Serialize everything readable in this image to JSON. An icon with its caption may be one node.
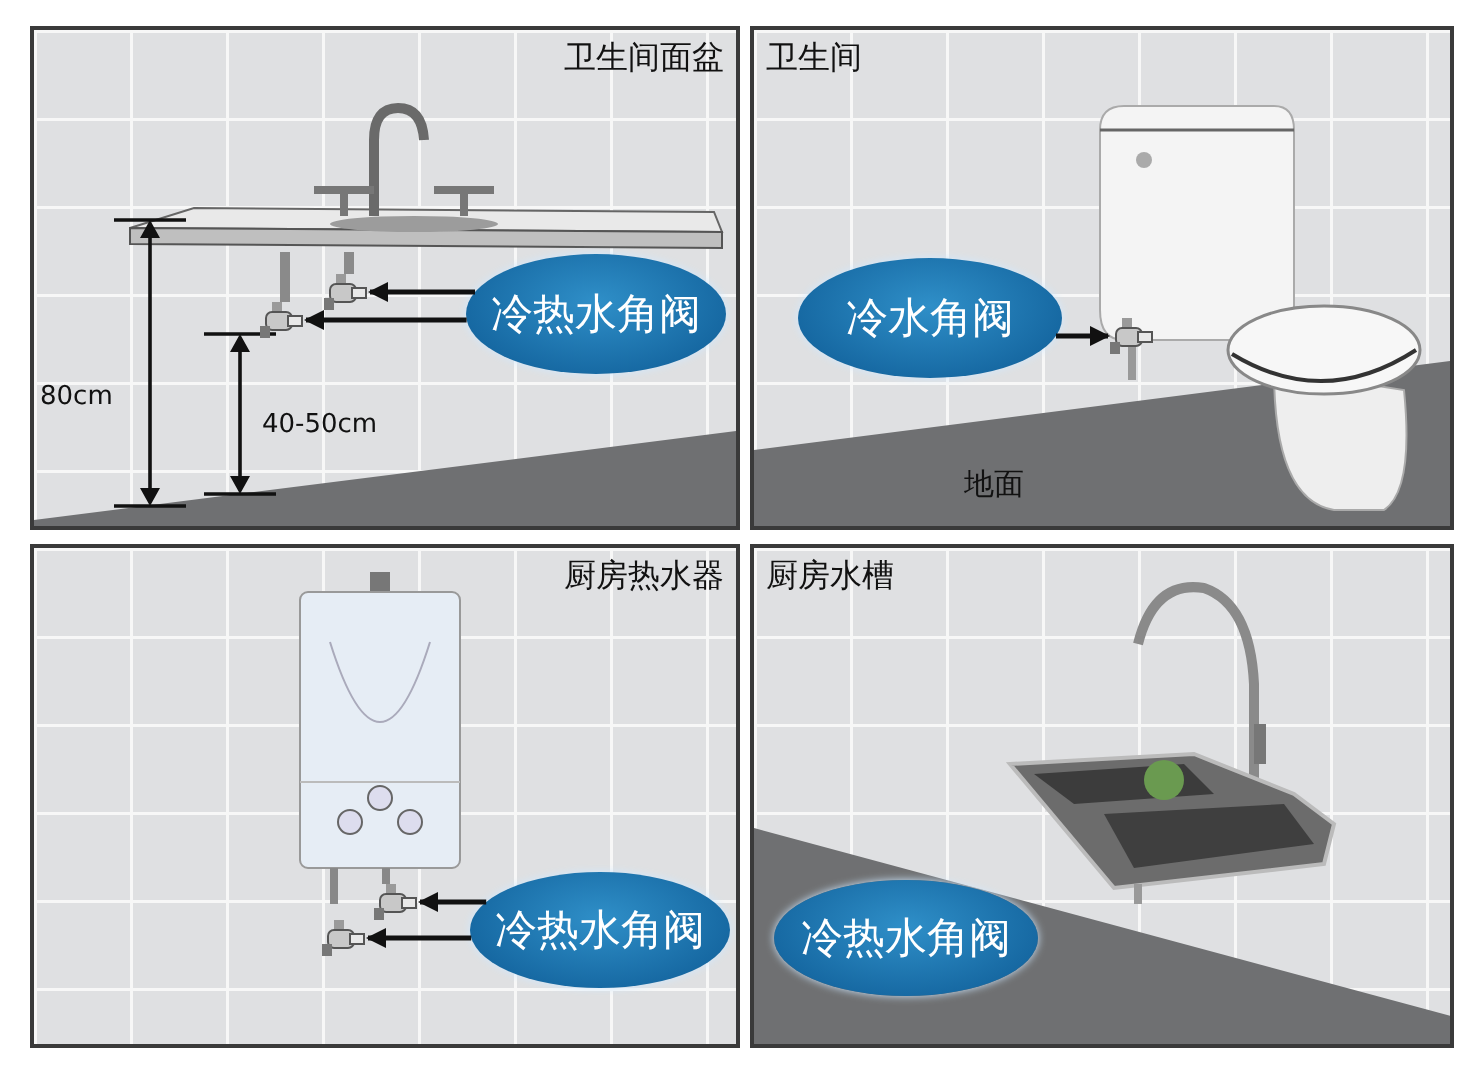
{
  "diagram": {
    "nodes": [
      {
        "text": [
          "卫生间面盆"
        ]
      },
      {
        "text": [
          "冷热水角阀"
        ],
        "in": 0
      },
      {
        "text": [],
        "shape": "picture",
        "in": 0
      },
      {
        "text": [],
        "shape": "picture",
        "in": 0
      },
      {
        "text": [
          "卫生间"
        ]
      },
      {
        "text": [
          "冷水角阀"
        ],
        "in": 4
      },
      {
        "text": [],
        "shape": "picture",
        "in": 4
      },
      {
        "text": [
          "厨房热水器"
        ]
      },
      {
        "text": [
          "冷热水角阀"
        ],
        "in": 7
      },
      {
        "text": [],
        "shape": "picture",
        "in": 7
      },
      {
        "text": [],
        "shape": "picture",
        "in": 7
      },
      {
        "text": [
          "厨房水槽"
        ]
      },
      {
        "text": [
          "冷热水角阀"
        ],
        "in": 11
      }
    ],
    "edges": [
      {
        "from": 1,
        "to": 3,
        "arrow": "to"
      },
      {
        "from": 1,
        "to": 2,
        "arrow": "to"
      },
      {
        "from": 5,
        "to": 6,
        "arrow": "to"
      },
      {
        "from": 8,
        "to": 10,
        "arrow": "to"
      },
      {
        "from": 8,
        "to": 9,
        "arrow": "to"
      }
    ],
    "labels": [
      "80cm",
      "40-50cm",
      "地面"
    ]
  }
}
